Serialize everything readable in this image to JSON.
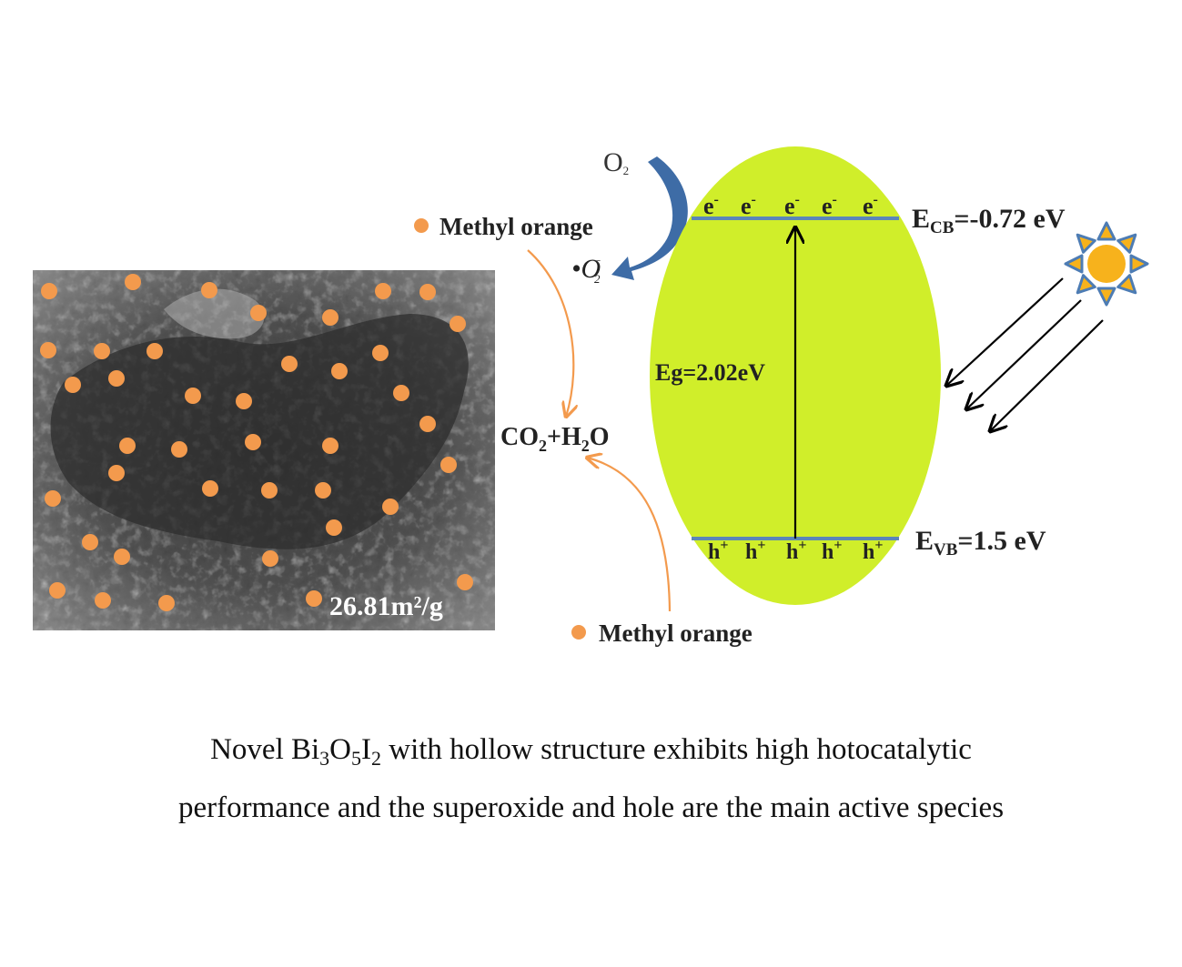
{
  "colors": {
    "ellipse": "#d0ee2a",
    "band_line": "#5b86b8",
    "dot": "#f39a4d",
    "arrow_blue": "#3e6ca6",
    "sun_core": "#f7b21c",
    "sun_ray": "#f7b21c",
    "sun_outline": "#4d7cb4"
  },
  "sem": {
    "surface_area": "26.81m²/g",
    "dot_count": 42
  },
  "species": {
    "o2": "O",
    "o2_sub": "2",
    "superoxide": "•O",
    "superoxide_sub": "2",
    "superoxide_sup": "−"
  },
  "reactants": {
    "top": "Methyl orange",
    "bottom": "Methyl orange"
  },
  "product": {
    "co2_c": "CO",
    "co2_sub": "2",
    "plus_h": "+H",
    "h2o_sub": "2",
    "o": "O"
  },
  "band": {
    "electron": "e",
    "electron_sup": "-",
    "hole": "h",
    "hole_sup": "+",
    "ecb_e": "E",
    "ecb_sub": "CB",
    "ecb_value": "=-0.72 eV",
    "evb_e": "E",
    "evb_sub": "VB",
    "evb_value": "=1.5 eV",
    "eg": "Eg=2.02eV"
  },
  "caption": {
    "line1_a": "Novel Bi",
    "line1_sub1": "3",
    "line1_b": "O",
    "line1_sub2": "5",
    "line1_c": "I",
    "line1_sub3": "2",
    "line1_d": " with hollow structure exhibits high hotocatalytic",
    "line2": "performance and the superoxide and hole are the main active species"
  }
}
